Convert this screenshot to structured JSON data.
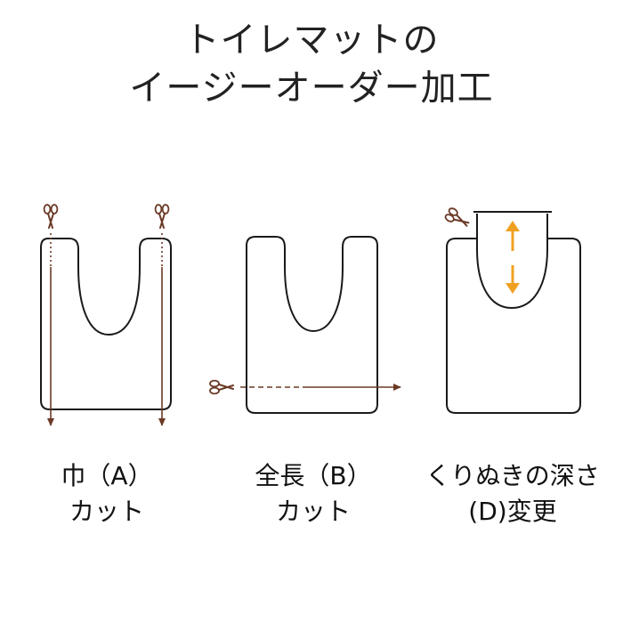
{
  "title": {
    "line1": "トイレマットの",
    "line2": "イージーオーダー加工"
  },
  "panels": [
    {
      "caption_line1": "巾（A）",
      "caption_line2": "カット"
    },
    {
      "caption_line1": "全長（B）",
      "caption_line2": "カット"
    },
    {
      "caption_line1": "くりぬきの深さ",
      "caption_line2": "(D)変更"
    }
  ],
  "colors": {
    "outline": "#1a1a1a",
    "cut_line": "#6b3a26",
    "adjust_arrow": "#f0a020"
  },
  "icons": [
    "scissors-icon",
    "arrow-up-icon",
    "arrow-down-icon"
  ]
}
